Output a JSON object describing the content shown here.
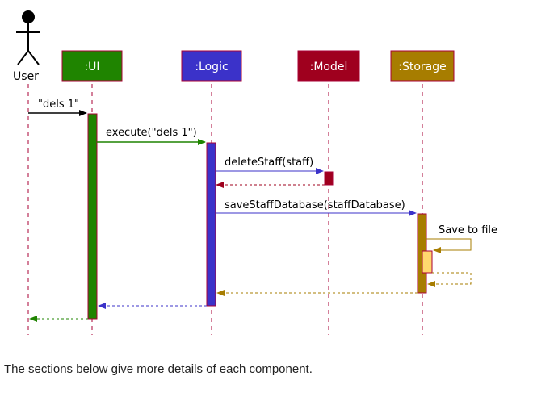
{
  "diagram": {
    "actor": {
      "label": "User"
    },
    "participants": [
      {
        "id": "ui",
        "label": ":UI",
        "color": "#1f8400"
      },
      {
        "id": "logic",
        "label": ":Logic",
        "color": "#3b32c9"
      },
      {
        "id": "model",
        "label": ":Model",
        "color": "#9f001e"
      },
      {
        "id": "storage",
        "label": ":Storage",
        "color": "#a77d00"
      }
    ],
    "messages": [
      {
        "label": "\"dels 1\"",
        "type": "call",
        "color": "#000000"
      },
      {
        "label": "execute(\"dels 1\")",
        "type": "call",
        "color": "#1f8400"
      },
      {
        "label": "deleteStaff(staff)",
        "type": "call",
        "color": "#3b32c9"
      },
      {
        "label": "",
        "type": "return",
        "color": "#9f001e"
      },
      {
        "label": "saveStaffDatabase(staffDatabase)",
        "type": "call",
        "color": "#3b32c9"
      },
      {
        "label": "Save to file",
        "type": "self",
        "color": "#a77d00"
      },
      {
        "label": "",
        "type": "return",
        "color": "#a77d00"
      },
      {
        "label": "",
        "type": "return",
        "color": "#a77d00"
      },
      {
        "label": "",
        "type": "return",
        "color": "#3b32c9"
      },
      {
        "label": "",
        "type": "return",
        "color": "#1f8400"
      }
    ],
    "lifeline_color": "#a80036",
    "nested_activation_color": "#ffd86e"
  },
  "caption": "The sections below give more details of each component."
}
